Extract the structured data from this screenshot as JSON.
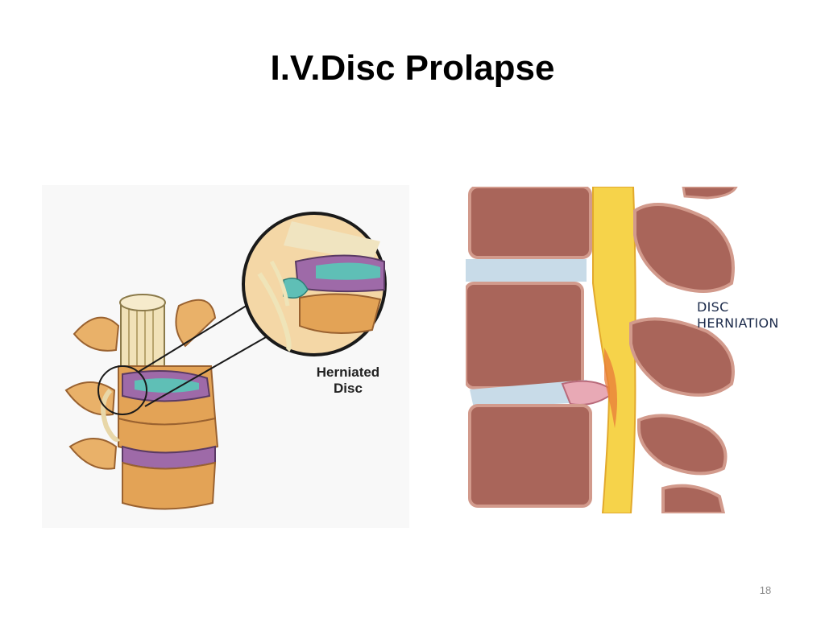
{
  "slide": {
    "title": "I.V.Disc Prolapse",
    "page_number": "18"
  },
  "figure_left": {
    "label_line1": "Herniated",
    "label_line2": "Disc"
  },
  "figure_right": {
    "label_line1": "DISC",
    "label_line2": "HERNIATION"
  },
  "colors": {
    "bone": "#a9655a",
    "bone_light": "#d29a8c",
    "disc": "#c8dbe8",
    "cord": "#f6d34a",
    "herniation": "#e87b3a",
    "vertebra_orange": "#e3a356",
    "disc_purple": "#9e6aa8",
    "nucleus_teal": "#5fbfb6"
  }
}
